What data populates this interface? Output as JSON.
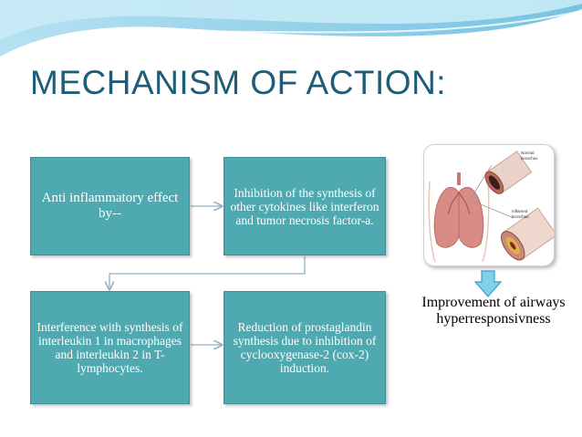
{
  "slide": {
    "title": "MECHANISM OF ACTION:"
  },
  "flow": {
    "box1": "Anti inflammatory effect by--",
    "box2": "Inhibition of the synthesis  of other cytokines like interferon and tumor necrosis factor-a.",
    "box3": "Interference with synthesis of interleukin 1 in macrophages and interleukin 2 in T-lymphocytes.",
    "box4": "Reduction of prostaglandin synthesis due to inhibition of cyclooxygenase-2 (cox-2) induction."
  },
  "illustration": {
    "icon": "lungs-airway-illustration",
    "label_top": "Normal bronchus",
    "label_bottom": "Inflamed bronchus"
  },
  "result": {
    "text": "Improvement of airways hyperresponsivness"
  },
  "colors": {
    "box_fill": "#4eaab0",
    "title": "#1d5d78",
    "wave": "#8fd0e8"
  }
}
